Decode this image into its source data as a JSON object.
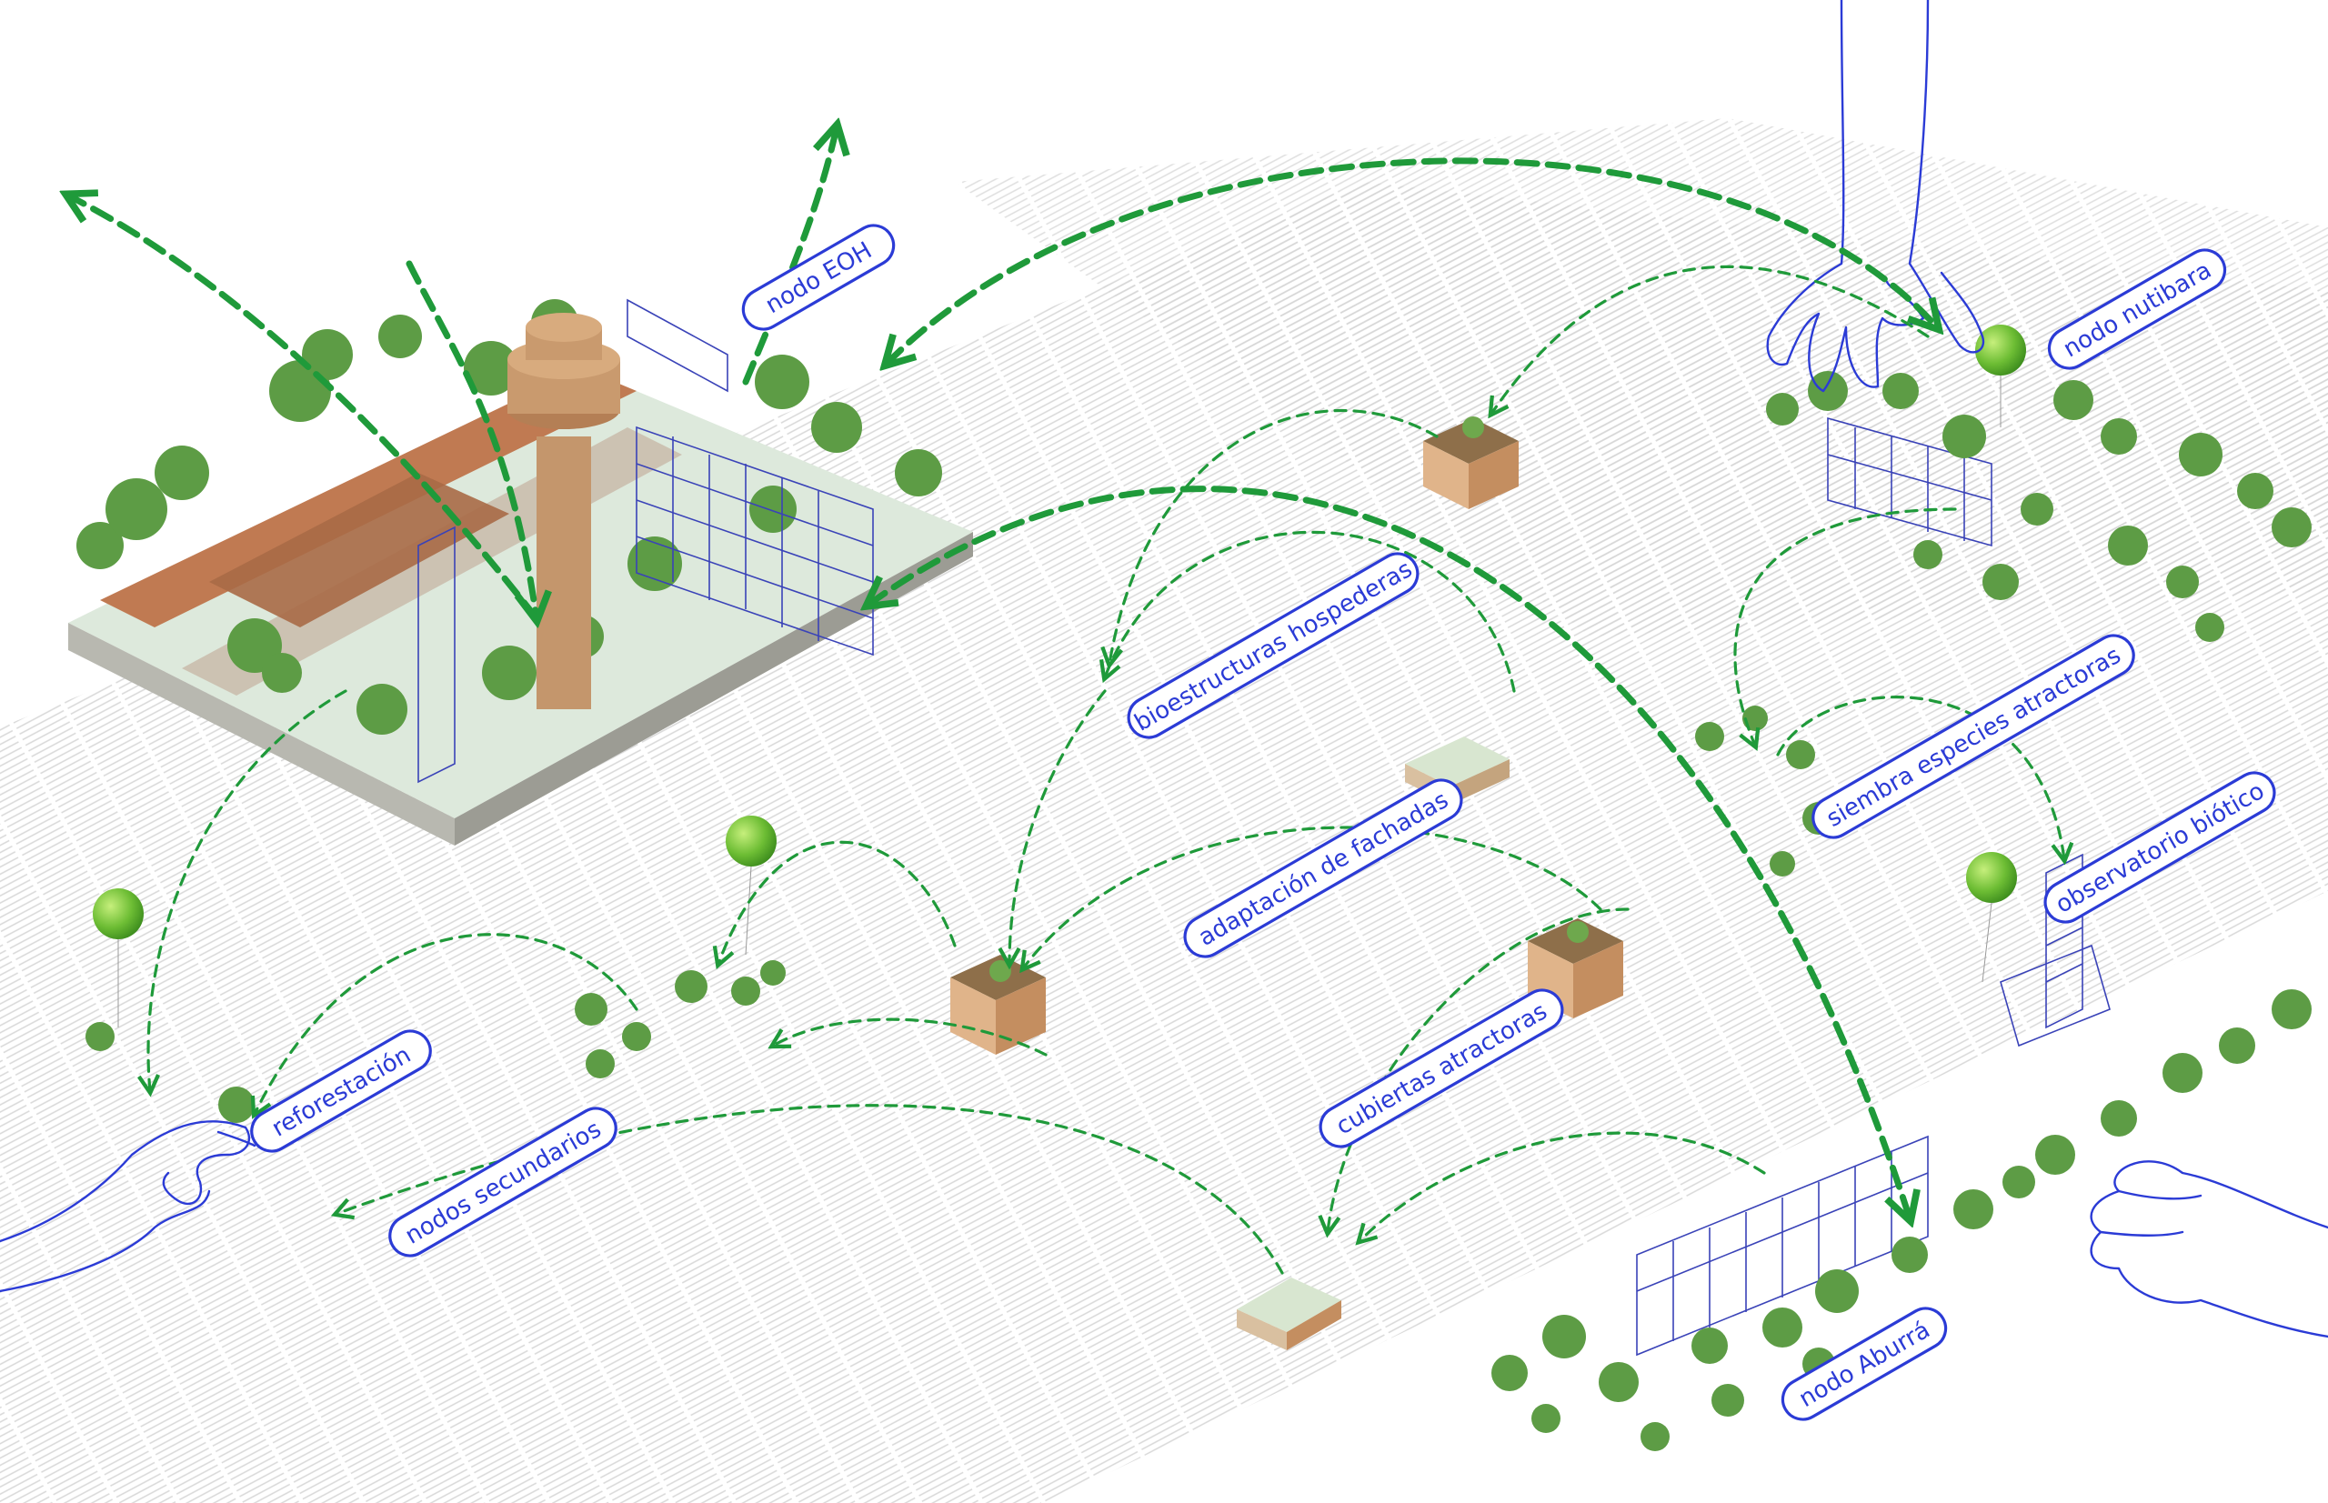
{
  "colors": {
    "label_blue": "#2b3bd6",
    "arrow_green": "#1f9a3a",
    "balloon_green": "#7cc63a",
    "grid_grey": "#d9d9d9",
    "ground_block": "#e8e8e8",
    "wood": "#c9926a",
    "tree_green": "#4e8f3a"
  },
  "labels": {
    "nodo_eoh": "nodo EOH",
    "nodo_nutibara": "nodo nutibara",
    "bioestructuras_hospederas": "bioestructuras hospederas",
    "siembra_especies_atractoras": "siembra especies atractoras",
    "adaptacion_de_fachadas": "adaptación de fachadas",
    "observatorio_biotico": "observatorio biótico",
    "cubiertas_atractoras": "cubiertas atractoras",
    "reforestacion": "reforestación",
    "nodos_secundarios": "nodos secundarios",
    "nodo_aburra": "nodo Aburrá"
  },
  "icons": [
    "balloon-icon",
    "hand-icon",
    "tree-icon",
    "module-icon",
    "scaffold-icon"
  ]
}
